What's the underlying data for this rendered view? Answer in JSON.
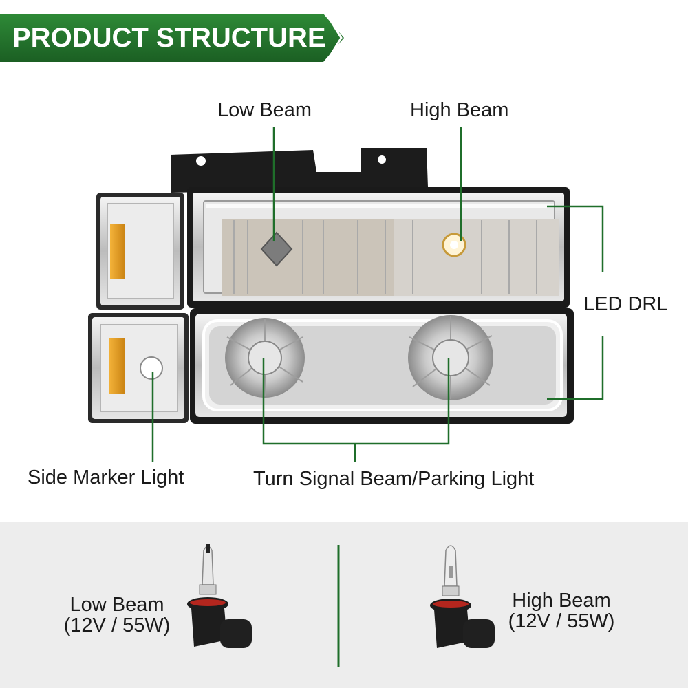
{
  "header": {
    "title": "PRODUCT STRUCTURE"
  },
  "callouts": {
    "low_beam": "Low Beam",
    "high_beam": "High Beam",
    "led_drl": "LED DRL",
    "side_marker": "Side Marker Light",
    "turn_signal": "Turn Signal Beam/Parking Light"
  },
  "bulbs": {
    "low": {
      "name": "Low Beam",
      "spec": "(12V / 55W)"
    },
    "high": {
      "name": "High Beam",
      "spec": "(12V / 55W)"
    }
  },
  "colors": {
    "accent_green": "#1f6e2a",
    "banner_green": "#23772e",
    "panel_gray": "#ededed"
  }
}
